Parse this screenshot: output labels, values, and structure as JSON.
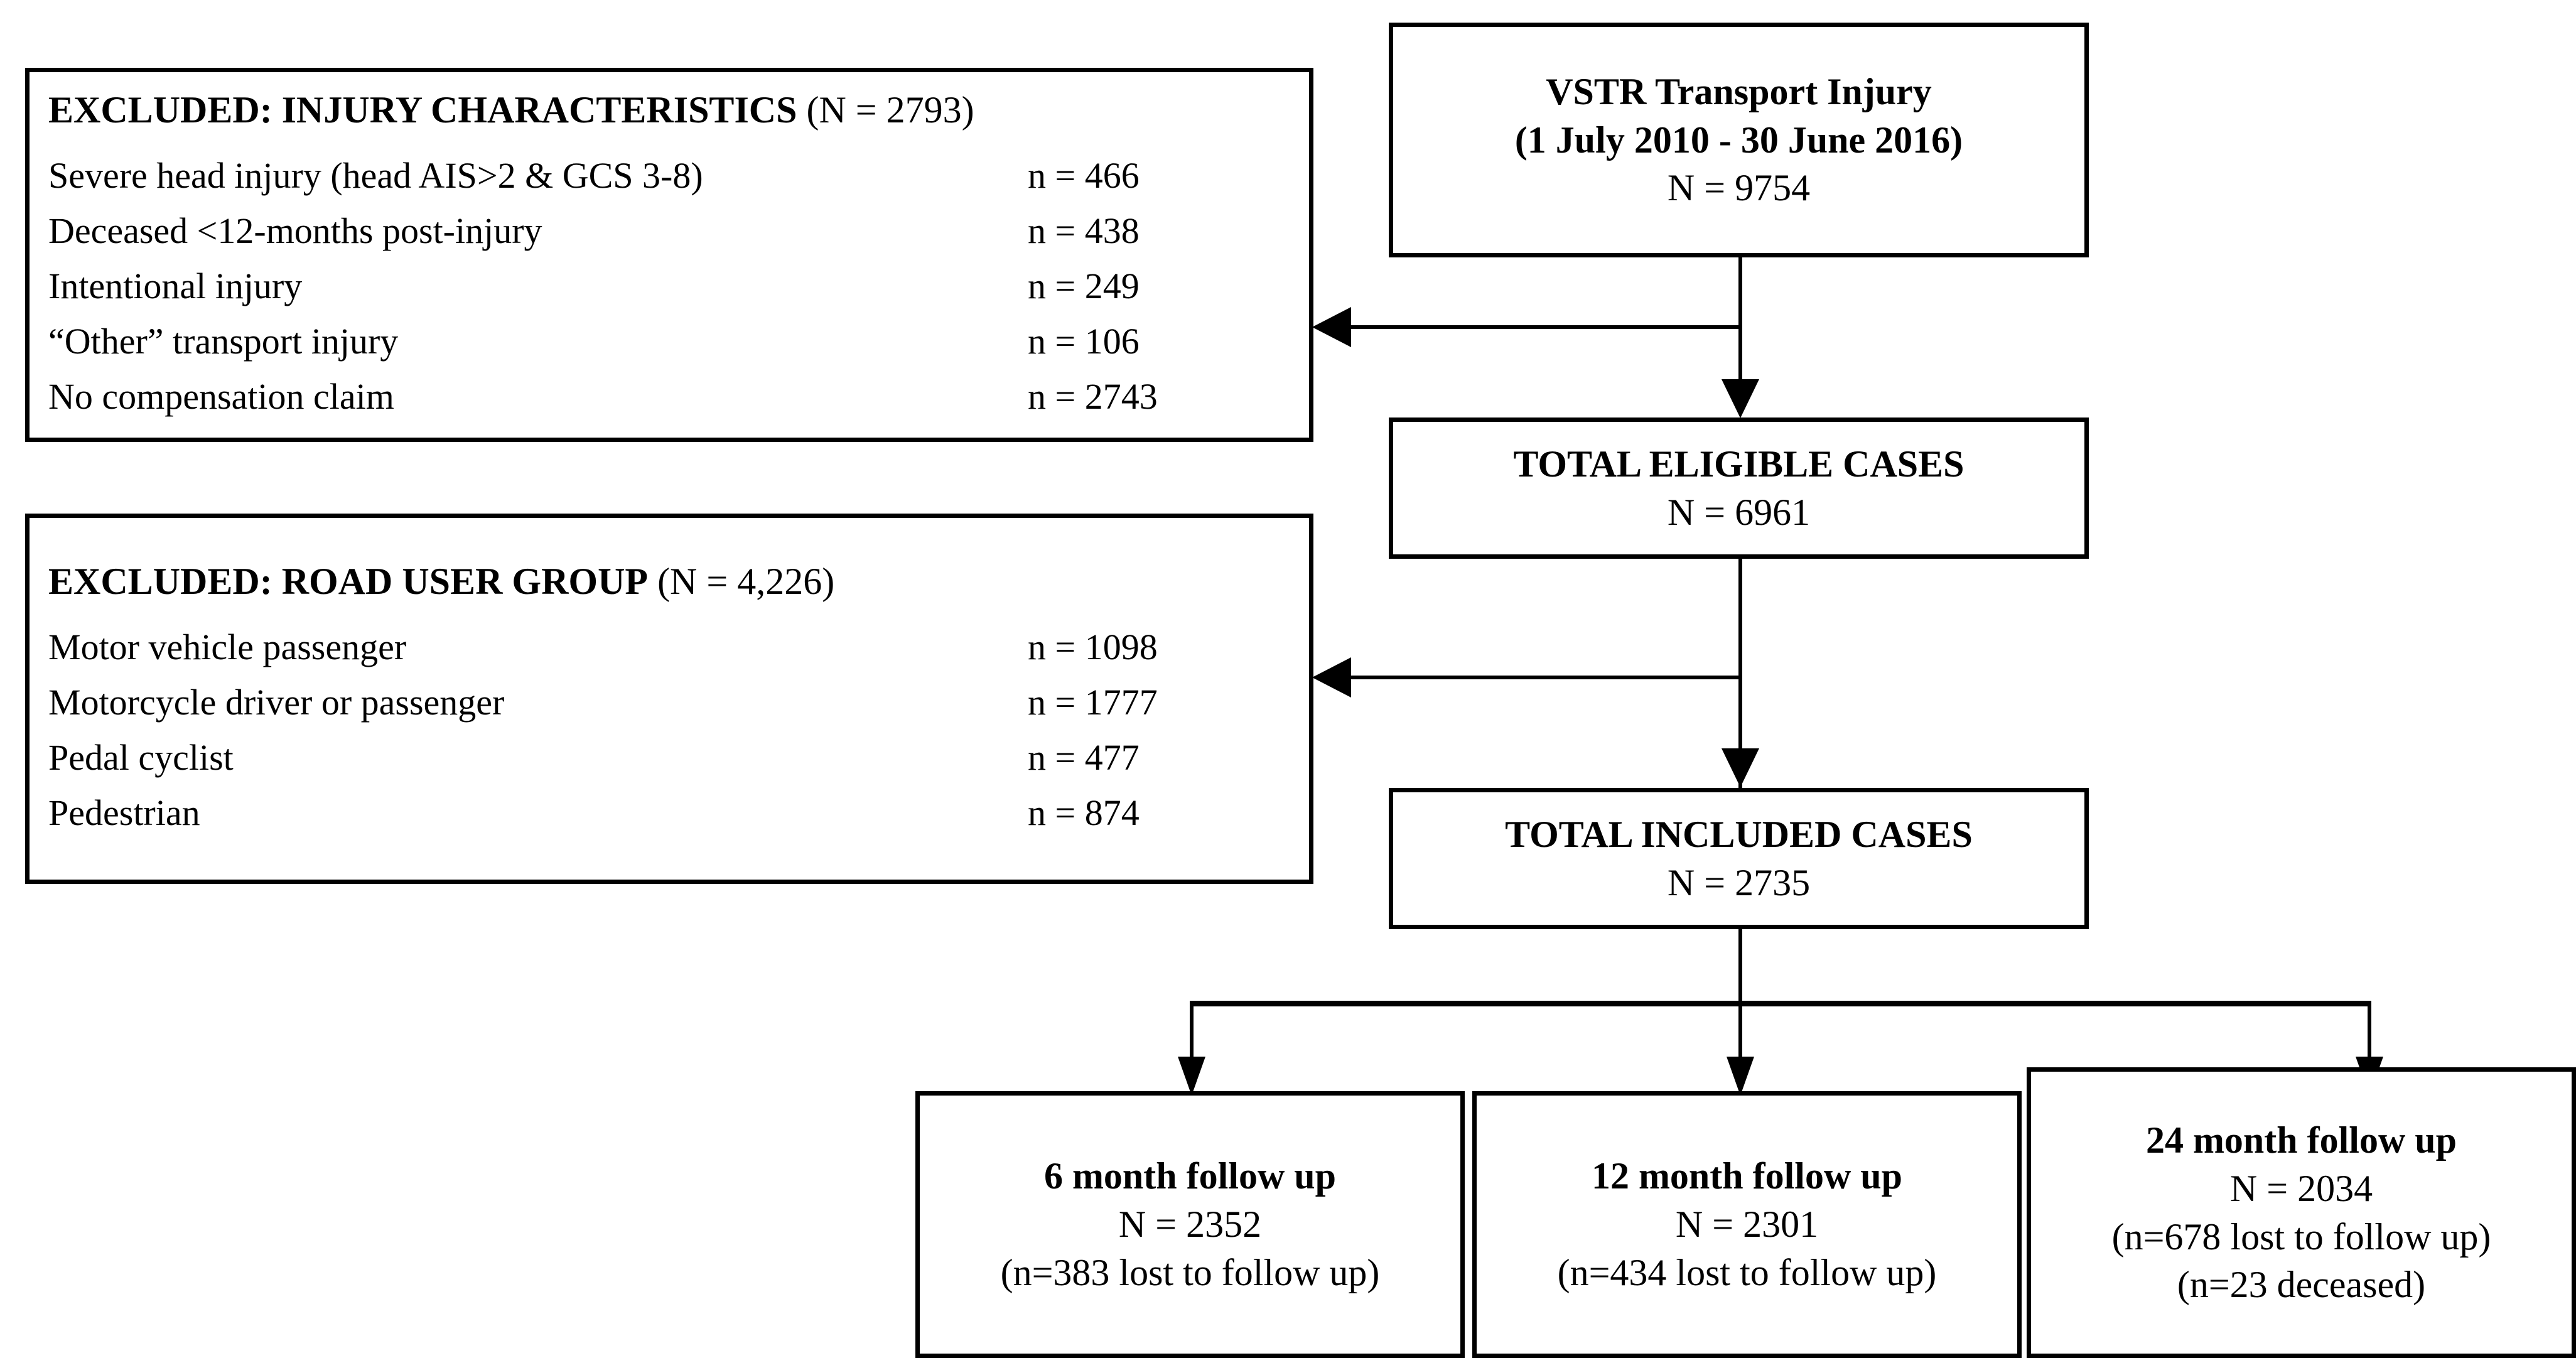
{
  "diagram": {
    "title": "VSTR Transport Injury Study Flow Diagram",
    "type": "flowchart",
    "accent_color": "#000000",
    "background_color": "#ffffff"
  },
  "source_box": {
    "line1": "VSTR Transport Injury",
    "line2": "(1 July 2010 - 30 June 2016)",
    "line3": "N = 9754"
  },
  "eligible_box": {
    "line1": "TOTAL ELIGIBLE CASES",
    "line2": "N = 6961"
  },
  "included_box": {
    "line1": "TOTAL INCLUDED CASES",
    "line2": "N = 2735"
  },
  "excluded_injury": {
    "title_bold": "EXCLUDED: INJURY CHARACTERISTICS",
    "title_normal": " (N = 2793)",
    "rows": [
      {
        "label": "Severe head injury (head AIS>2 & GCS 3-8)",
        "count": "n = 466"
      },
      {
        "label": "Deceased <12-months post-injury",
        "count": "n = 438"
      },
      {
        "label": "Intentional injury",
        "count": "n = 249"
      },
      {
        "label": "“Other” transport injury",
        "count": "n = 106"
      },
      {
        "label": "No compensation claim",
        "count": "n = 2743"
      }
    ]
  },
  "excluded_road_user": {
    "title_bold": "EXCLUDED: ROAD USER GROUP",
    "title_normal": " (N = 4,226)",
    "rows": [
      {
        "label": "Motor vehicle passenger",
        "count": "n = 1098"
      },
      {
        "label": "Motorcycle driver or passenger",
        "count": "n = 1777"
      },
      {
        "label": "Pedal cyclist",
        "count": "n = 477"
      },
      {
        "label": "Pedestrian",
        "count": "n = 874"
      }
    ]
  },
  "followups": [
    {
      "title": "6 month follow up",
      "n": "N = 2352",
      "note1": "(n=383 lost to follow up)",
      "note2": ""
    },
    {
      "title": "12 month follow up",
      "n": "N = 2301",
      "note1": "(n=434 lost to follow up)",
      "note2": ""
    },
    {
      "title": "24 month follow up",
      "n": "N = 2034",
      "note1": "(n=678 lost to follow up)",
      "note2": "(n=23 deceased)"
    }
  ]
}
